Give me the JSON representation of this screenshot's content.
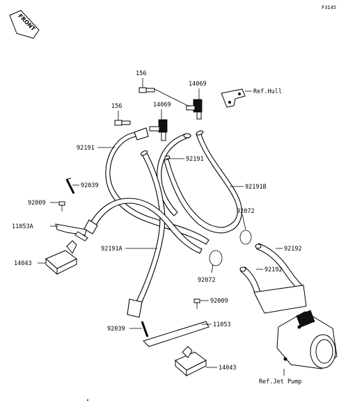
{
  "figure_code": "F3145",
  "front_badge": "FRONT",
  "labels": {
    "p156_a": "156",
    "p156_b": "156",
    "p14069_a": "14069",
    "p14069_b": "14069",
    "ref_hull": "Ref.Hull",
    "p92191_a": "92191",
    "p92191_b": "92191",
    "p92191B": "92191B",
    "p92039_a": "92039",
    "p92009_a": "92009",
    "p11053A": "11053A",
    "p14043_a": "14043",
    "p92072_a": "92072",
    "p92191A": "92191A",
    "p92192_a": "92192",
    "p92192_b": "92192",
    "p92072_b": "92072",
    "p92009_b": "92009",
    "p92039_b": "92039",
    "p11053": "11053",
    "p14043_b": "14043",
    "ref_jet_pump": "Ref.Jet Pump"
  }
}
